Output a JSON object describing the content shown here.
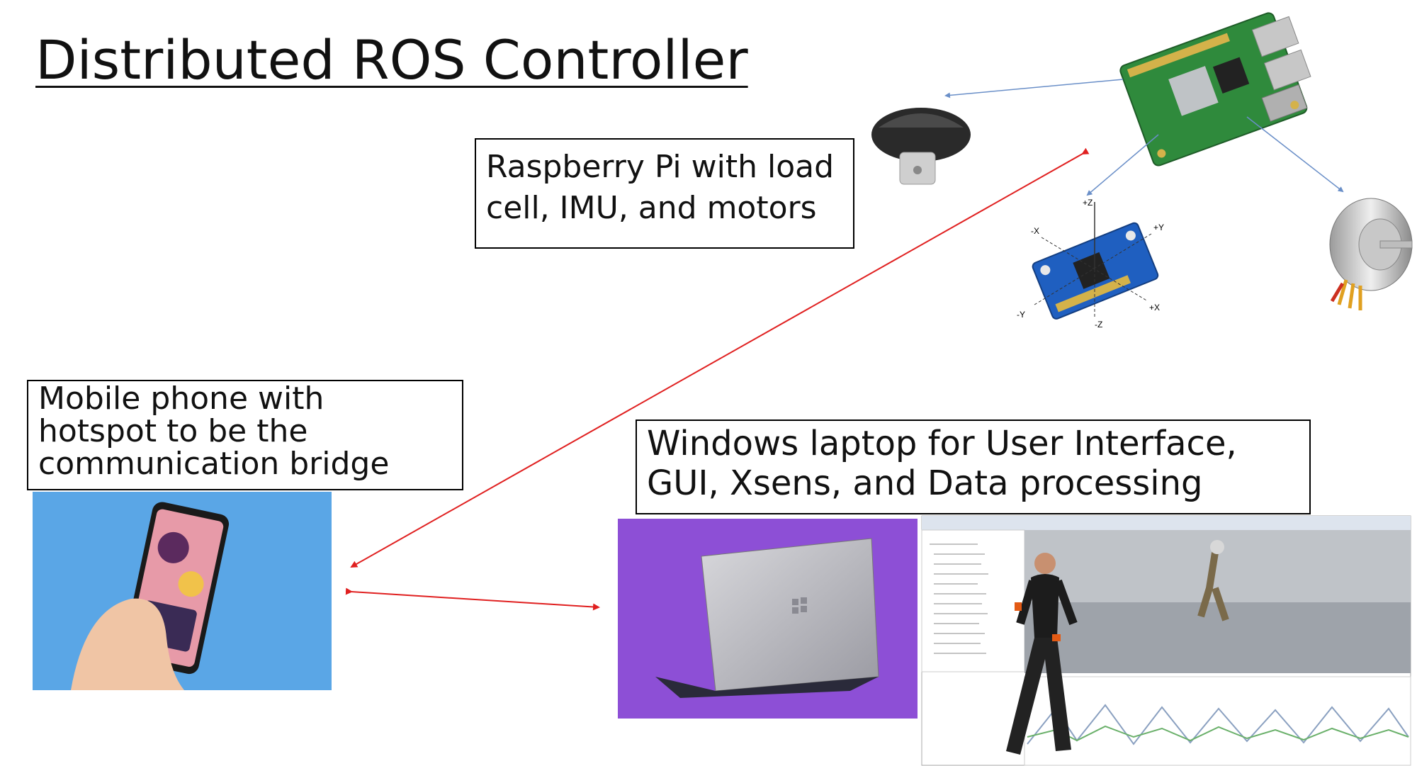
{
  "title": "Distributed ROS Controller",
  "rpi_box": {
    "line1": "Raspberry Pi with load",
    "line2": "cell, IMU, and motors"
  },
  "phone_box": {
    "line1": "Mobile phone with",
    "line2": "hotspot to be the",
    "line3": "communication bridge"
  },
  "laptop_box": {
    "line1": "Windows laptop for User Interface,",
    "line2": "GUI, Xsens, and Data processing"
  },
  "imu_axes": {
    "z_pos": "+Z",
    "z_neg": "-Z",
    "x_pos": "+X",
    "x_neg": "-X",
    "y_pos": "+Y",
    "y_neg": "-Y"
  },
  "colors": {
    "arrow_red": "#e02020",
    "arrow_blue": "#6a8fc8",
    "phone_bg": "#5aa6e6",
    "laptop_bg": "#8d4fd6",
    "rpi_board": "#2f8a3c",
    "imu_board": "#1f5fc0"
  }
}
